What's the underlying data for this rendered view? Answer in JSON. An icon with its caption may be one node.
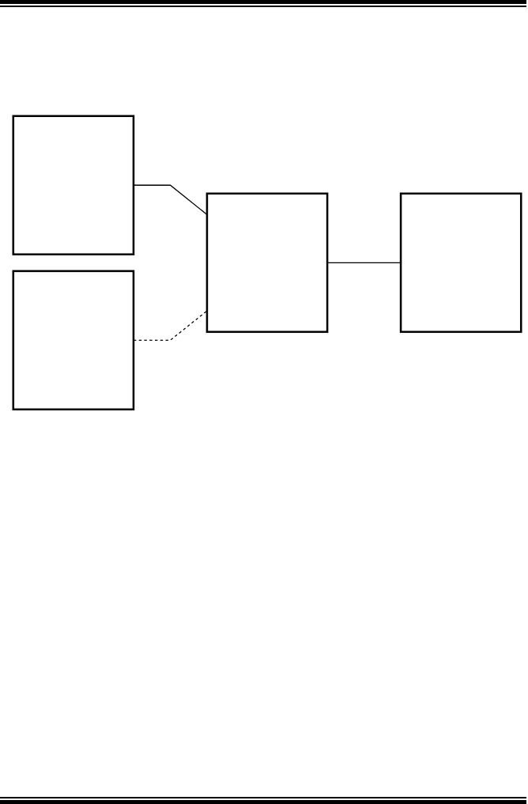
{
  "diagram": {
    "nodes": [
      {
        "text": [],
        "shape": "box"
      },
      {
        "text": [],
        "shape": "box"
      },
      {
        "text": [],
        "shape": "box"
      },
      {
        "text": [],
        "shape": "box"
      }
    ],
    "edges": [
      {
        "from": 0,
        "to": 1,
        "arrow": "none"
      },
      {
        "from": 1,
        "to": 2,
        "arrow": "none"
      },
      {
        "from": 3,
        "to": 1,
        "arrow": "none",
        "style": "dashed"
      }
    ]
  }
}
